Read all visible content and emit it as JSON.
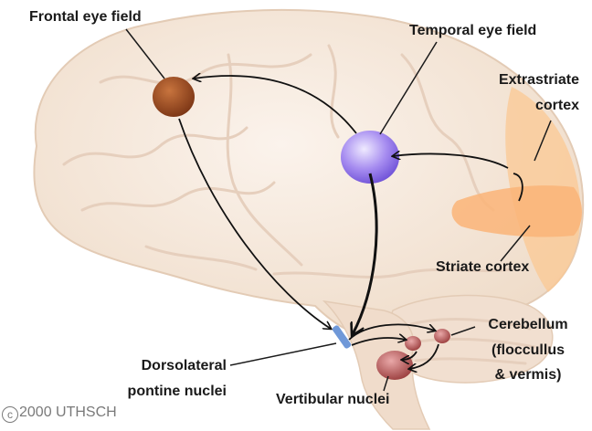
{
  "labels": {
    "frontal_eye_field": "Frontal eye field",
    "temporal_eye_field": "Temporal eye field",
    "extrastriate_line1": "Extrastriate",
    "extrastriate_line2": "cortex",
    "striate_cortex": "Striate cortex",
    "cerebellum_line1": "Cerebellum",
    "cerebellum_line2": "(floccullus",
    "cerebellum_line3": "& vermis)",
    "dorsolateral_line1": "Dorsolateral",
    "dorsolateral_line2": "pontine nuclei",
    "vestibular_nuclei": "Vertibular nuclei"
  },
  "copyright": {
    "symbol": "c",
    "text": "2000 UTHSCH"
  },
  "colors": {
    "frontal_eye_field": "#9a4a22",
    "temporal_eye_field": "#9b7fe8",
    "visual_cortex": "#fbbf86",
    "brain": "#f6e8dc",
    "pontine_nuclei": "#6f98d8",
    "cerebellar_nuclei": "#b05a5a",
    "arrows": "#111111"
  }
}
